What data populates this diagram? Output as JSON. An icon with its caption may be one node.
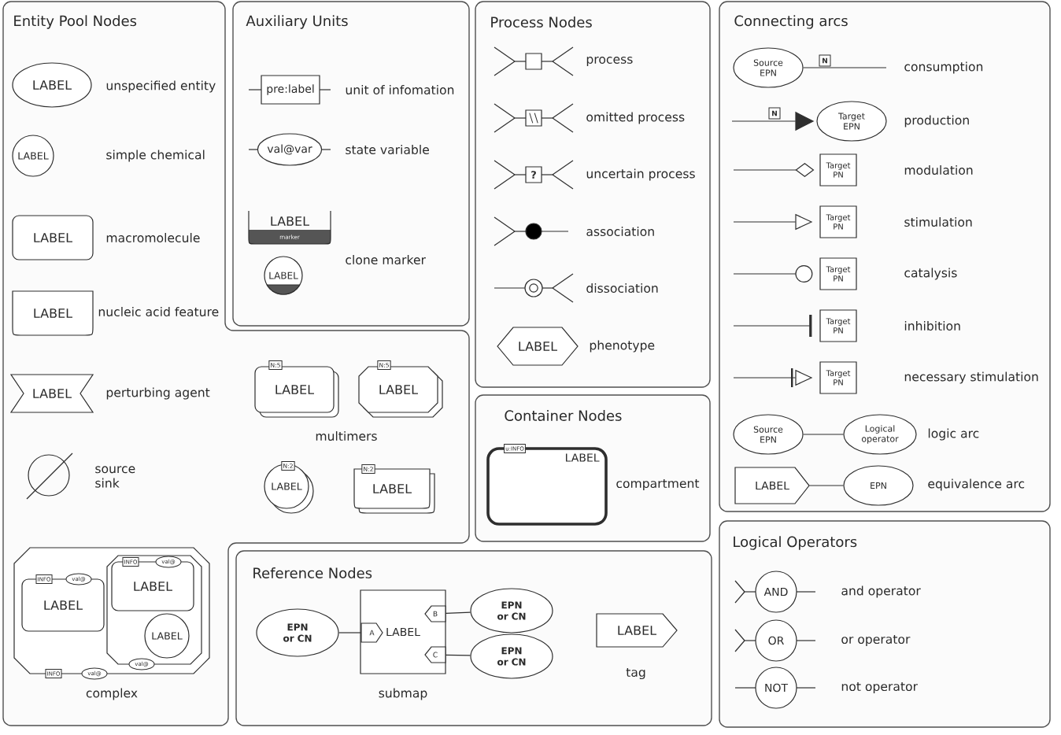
{
  "diagram": {
    "nodes": [
      {
        "text": [
          "Entity Pool Nodes"
        ]
      },
      {
        "text": [
          "LABEL"
        ],
        "beside": [
          "unspecified entity"
        ],
        "in": 0
      },
      {
        "text": [
          "LABEL"
        ],
        "in": 0
      },
      {
        "text": [
          "LABEL"
        ],
        "beside": [
          "macromolecule"
        ],
        "in": 0
      },
      {
        "text": [
          "LABEL"
        ],
        "beside": [
          "nucleic acid feature"
        ],
        "in": 0
      },
      {
        "text": [
          "LABEL"
        ],
        "beside": [
          "perturbing agent"
        ],
        "in": 0
      },
      {
        "text": [],
        "shape": "circle",
        "beside": [
          "source sink"
        ],
        "in": 0
      },
      {
        "text": [
          "LABEL"
        ],
        "in": 0
      },
      {
        "text": [
          "N:5"
        ],
        "in": 0
      },
      {
        "text": [
          "LABEL"
        ],
        "in": 0
      },
      {
        "text": [
          "N:5"
        ],
        "in": 0
      },
      {
        "text": [
          "LABEL"
        ],
        "in": 0
      },
      {
        "text": [
          "N:2"
        ],
        "in": 0
      },
      {
        "text": [
          "LABEL"
        ],
        "in": 0
      },
      {
        "text": [
          "N:2"
        ],
        "in": 0
      },
      {
        "text": [],
        "shape": "octagon",
        "beside": [
          "complex"
        ],
        "in": 0
      },
      {
        "text": [
          "LABEL"
        ],
        "in": 15
      },
      {
        "text": [
          "INFO"
        ],
        "in": 15
      },
      {
        "text": [
          "val@"
        ],
        "in": 15
      },
      {
        "text": [],
        "shape": "octagon",
        "in": 15
      },
      {
        "text": [
          "LABEL"
        ],
        "in": 19
      },
      {
        "text": [
          "INFO"
        ],
        "in": 19
      },
      {
        "text": [
          "val@"
        ],
        "in": 19
      },
      {
        "text": [
          "LABEL"
        ],
        "in": 19
      },
      {
        "text": [
          "val@"
        ],
        "in": 15
      },
      {
        "text": [
          "INFO"
        ],
        "in": 0
      },
      {
        "text": [
          "val@"
        ],
        "in": 0
      },
      {
        "text": [
          "Auxiliary Units"
        ]
      },
      {
        "text": [
          "pre:label"
        ],
        "beside": [
          "unit of infomation"
        ],
        "in": 27
      },
      {
        "text": [
          "val@var"
        ],
        "beside": [
          "state variable"
        ],
        "in": 27
      },
      {
        "text": [
          "LABEL",
          "marker"
        ],
        "in": 27
      },
      {
        "text": [
          "LABEL"
        ],
        "in": 27
      },
      {
        "text": [
          "Process Nodes"
        ]
      },
      {
        "text": [],
        "shape": "box",
        "beside": [
          "process"
        ],
        "in": 32
      },
      {
        "text": [],
        "shape": "box",
        "beside": [
          "omitted process"
        ],
        "in": 32
      },
      {
        "text": [
          "?"
        ],
        "beside": [
          "uncertain process"
        ],
        "in": 32
      },
      {
        "text": [],
        "shape": "circle",
        "beside": [
          "association"
        ],
        "in": 32
      },
      {
        "text": [],
        "shape": "circle",
        "beside": [
          "dissociation"
        ],
        "in": 32
      },
      {
        "text": [
          "LABEL"
        ],
        "beside": [
          "phenotype"
        ],
        "in": 32
      },
      {
        "text": [
          "Container Nodes"
        ]
      },
      {
        "text": [
          "LABEL"
        ],
        "beside": [
          "compartment"
        ],
        "in": 39
      },
      {
        "text": [
          "u:INFO"
        ],
        "in": 39
      },
      {
        "text": [
          "Connecting arcs"
        ]
      },
      {
        "text": [
          "Source EPN"
        ],
        "in": 42
      },
      {
        "text": [
          "Target EPN"
        ],
        "in": 42
      },
      {
        "text": [
          "Target PN"
        ],
        "in": 42
      },
      {
        "text": [
          "Target PN"
        ],
        "in": 42
      },
      {
        "text": [
          "Target PN"
        ],
        "in": 42
      },
      {
        "text": [
          "Target PN"
        ],
        "in": 42
      },
      {
        "text": [
          "Target PN"
        ],
        "in": 42
      },
      {
        "text": [
          "Source EPN"
        ],
        "in": 42
      },
      {
        "text": [
          "Logical operator"
        ],
        "in": 42
      },
      {
        "text": [
          "LABEL"
        ],
        "in": 42
      },
      {
        "text": [
          "EPN"
        ],
        "in": 42
      },
      {
        "text": [
          "Logical Operators"
        ]
      },
      {
        "text": [
          "AND"
        ],
        "beside": [
          "and operator"
        ],
        "in": 54
      },
      {
        "text": [
          "OR"
        ],
        "beside": [
          "or operator"
        ],
        "in": 54
      },
      {
        "text": [
          "NOT"
        ],
        "beside": [
          "not operator"
        ],
        "in": 54
      },
      {
        "text": [
          "Reference Nodes"
        ]
      },
      {
        "text": [
          "EPN or CN"
        ],
        "in": 58
      },
      {
        "text": [
          "LABEL"
        ],
        "beside": [
          "submap"
        ],
        "in": 58
      },
      {
        "text": [
          "A"
        ],
        "in": 60
      },
      {
        "text": [
          "B"
        ],
        "in": 60
      },
      {
        "text": [
          "C"
        ],
        "in": 60
      },
      {
        "text": [
          "EPN or CN"
        ],
        "in": 58
      },
      {
        "text": [
          "EPN or CN"
        ],
        "in": 58
      },
      {
        "text": [
          "LABEL"
        ],
        "beside": [
          "tag"
        ],
        "in": 58
      }
    ],
    "edges": [
      {
        "from": 43,
        "to": null,
        "arrow": "none",
        "label": "N"
      },
      {
        "from": null,
        "to": 44,
        "arrow": "to",
        "label": "N"
      },
      {
        "from": null,
        "to": 45,
        "arrow": "other"
      },
      {
        "from": null,
        "to": 46,
        "arrow": "to"
      },
      {
        "from": null,
        "to": 47,
        "arrow": "other"
      },
      {
        "from": null,
        "to": 48,
        "arrow": "other"
      },
      {
        "from": null,
        "to": 49,
        "arrow": "to"
      },
      {
        "from": 50,
        "to": 51,
        "arrow": "none"
      },
      {
        "from": 52,
        "to": 53,
        "arrow": "none"
      },
      {
        "from": 59,
        "to": 61,
        "arrow": "none"
      },
      {
        "from": 62,
        "to": 64,
        "arrow": "none"
      },
      {
        "from": 63,
        "to": 65,
        "arrow": "none"
      }
    ],
    "labels": [
      "simple chemical",
      "clone marker",
      "multimers",
      "consumption",
      "production",
      "modulation",
      "stimulation",
      "catalysis",
      "inhibition",
      "necessary stimulation",
      "logic arc",
      "equivalence arc"
    ]
  }
}
